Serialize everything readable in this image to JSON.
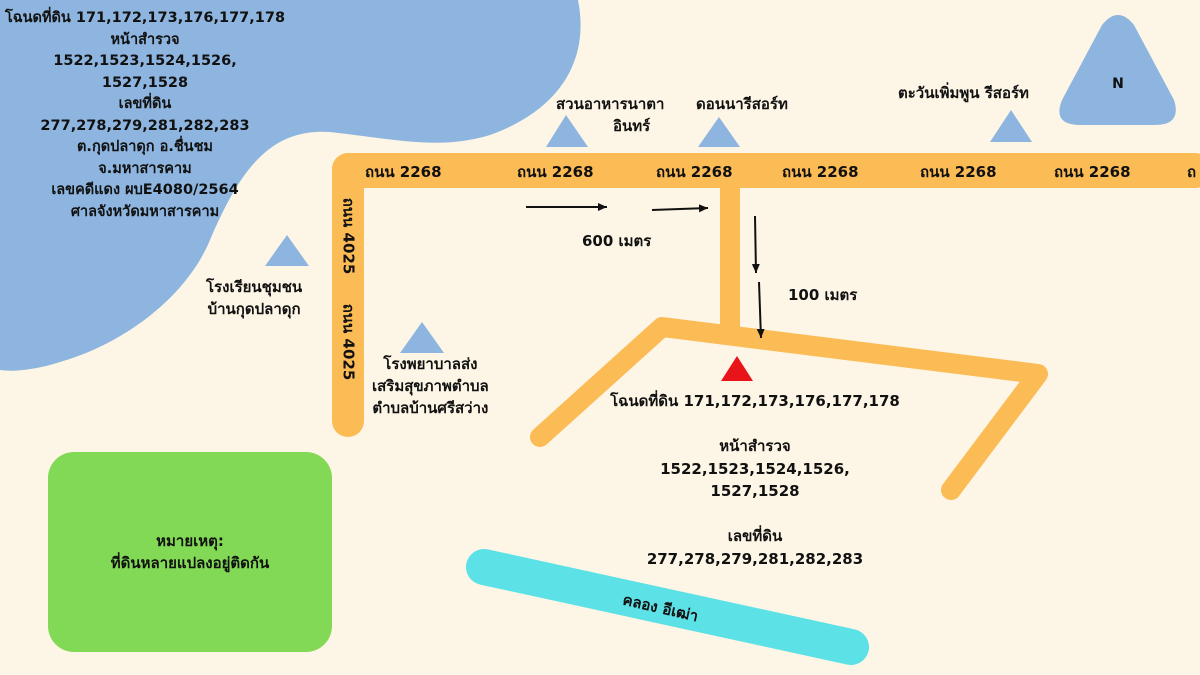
{
  "info_block": {
    "lines": [
      "โฉนดที่ดิน 171,172,173,176,177,178",
      "หน้าสำรวจ",
      "1522,1523,1524,1526,",
      "1527,1528",
      "เลขที่ดิน",
      "277,278,279,281,282,283",
      "ต.กุดปลาดุก อ.ชื่นชม",
      "จ.มหาสารคาม",
      "เลขคดีแดง ผบE4080/2564",
      "ศาลจังหวัดมหาสารคาม"
    ]
  },
  "landmarks": {
    "restaurant": [
      "สวนอาหารนาตา",
      "อินทร์"
    ],
    "resort1": "ดอนนารีสอร์ท",
    "resort2": "ตะวันเพิ่มพูน รีสอร์ท",
    "school": [
      "โรงเรียนชุมชน",
      "บ้านกุดปลาดุก"
    ],
    "hospital": [
      "โรงพยาบาลส่ง",
      "เสริมสุขภาพตำบล",
      "ตำบลบ้านศรีสว่าง"
    ]
  },
  "roads": {
    "h_label": "ถนน 2268",
    "h_label_cut": "ถ",
    "v_label": "ถนน 4025"
  },
  "distances": {
    "d1": "600 เมตร",
    "d2": "100 เมตร"
  },
  "plot": {
    "lines": [
      "โฉนดที่ดิน 171,172,173,176,177,178",
      "",
      "หน้าสำรวจ",
      "1522,1523,1524,1526,",
      "1527,1528",
      "",
      "เลขที่ดิน",
      "277,278,279,281,282,283"
    ]
  },
  "legend": {
    "line1": "หมายเหตุ:",
    "line2": "ที่ดินหลายแปลงอยู่ติดกัน"
  },
  "canal": "คลอง อีเฒ่า",
  "north": "N",
  "colors": {
    "background": "#fdf6e6",
    "water": "#8db5df",
    "road": "#fbbb55",
    "legend": "#82d955",
    "canal": "#5ce1e6",
    "marker": "#8db5df",
    "target": "#e8141a"
  }
}
